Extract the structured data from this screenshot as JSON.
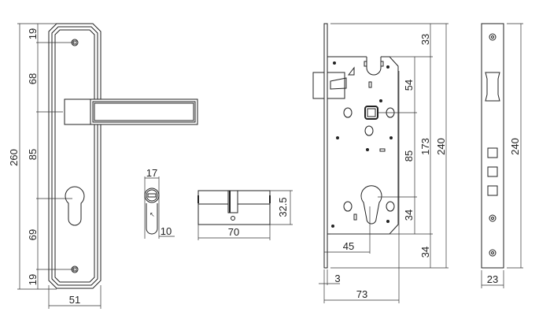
{
  "handle": {
    "height_total": "260",
    "seg_top": "19",
    "seg_handle": "68",
    "seg_mid": "85",
    "seg_key": "69",
    "seg_bottom": "19",
    "width": "51"
  },
  "cylinder": {
    "side_width": "17",
    "cam_width": "10",
    "length": "70",
    "height": "32.5"
  },
  "mortise": {
    "top_offset": "33",
    "hub_offset": "54",
    "backset_spacing": "85",
    "body_height": "173",
    "total_height": "240",
    "key_offset": "34",
    "bottom_offset": "34",
    "backset": "45",
    "faceplate_thickness": "3",
    "depth": "73"
  },
  "faceplate": {
    "height": "240",
    "width": "23"
  }
}
